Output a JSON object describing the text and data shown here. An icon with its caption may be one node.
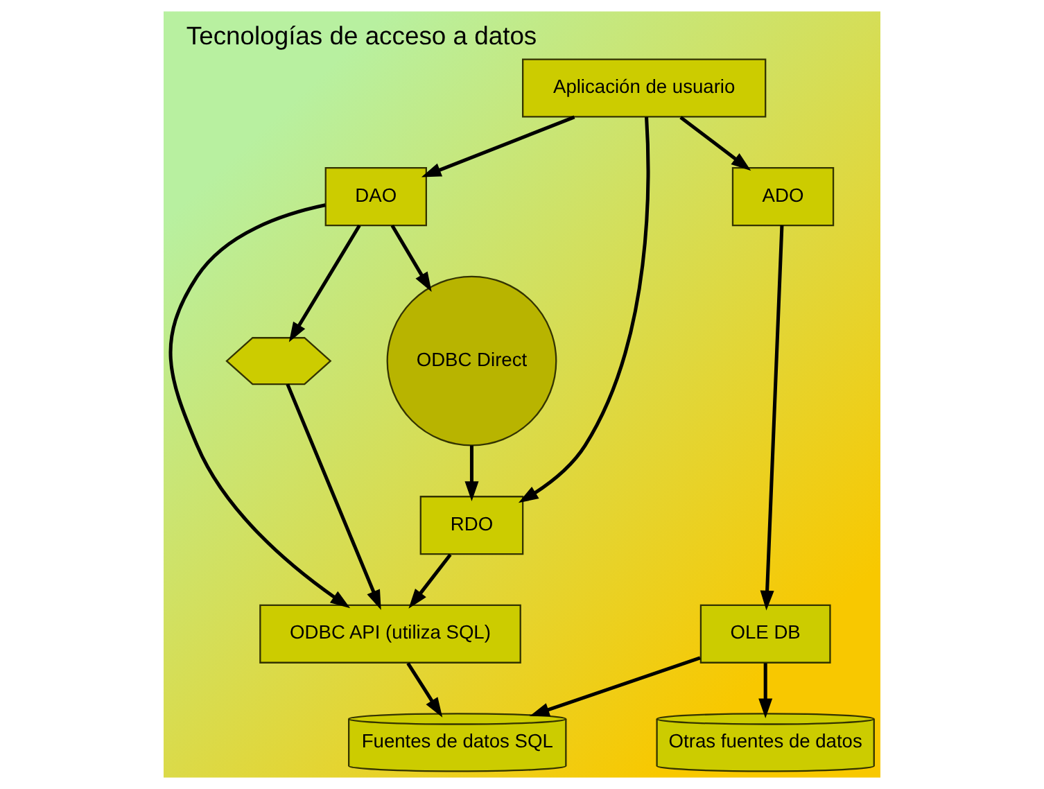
{
  "diagram": {
    "title": "Tecnologías de acceso a datos",
    "nodes": [
      {
        "text": [
          "Aplicación de usuario"
        ]
      },
      {
        "text": [
          "DAO"
        ]
      },
      {
        "text": [
          "ADO"
        ]
      },
      {
        "text": [],
        "shape": "hexagon"
      },
      {
        "text": [
          "ODBC Direct"
        ]
      },
      {
        "text": [
          "RDO"
        ]
      },
      {
        "text": [
          "ODBC API (utiliza SQL)"
        ]
      },
      {
        "text": [
          "OLE DB"
        ]
      },
      {
        "text": [
          "Fuentes de datos SQL"
        ]
      },
      {
        "text": [
          "Otras fuentes de datos"
        ]
      }
    ],
    "edges": [
      {
        "from": 0,
        "to": 1,
        "arrow": "to"
      },
      {
        "from": 0,
        "to": 2,
        "arrow": "to"
      },
      {
        "from": 0,
        "to": 5,
        "arrow": "to"
      },
      {
        "from": 1,
        "to": 3,
        "arrow": "to"
      },
      {
        "from": 1,
        "to": 4,
        "arrow": "to"
      },
      {
        "from": 1,
        "to": 6,
        "arrow": "to"
      },
      {
        "from": 4,
        "to": 5,
        "arrow": "to"
      },
      {
        "from": 3,
        "to": 6,
        "arrow": "to"
      },
      {
        "from": 5,
        "to": 6,
        "arrow": "to"
      },
      {
        "from": 2,
        "to": 7,
        "arrow": "to"
      },
      {
        "from": 6,
        "to": 8,
        "arrow": "to"
      },
      {
        "from": 7,
        "to": 8,
        "arrow": "to"
      },
      {
        "from": 7,
        "to": 9,
        "arrow": "to"
      }
    ]
  }
}
